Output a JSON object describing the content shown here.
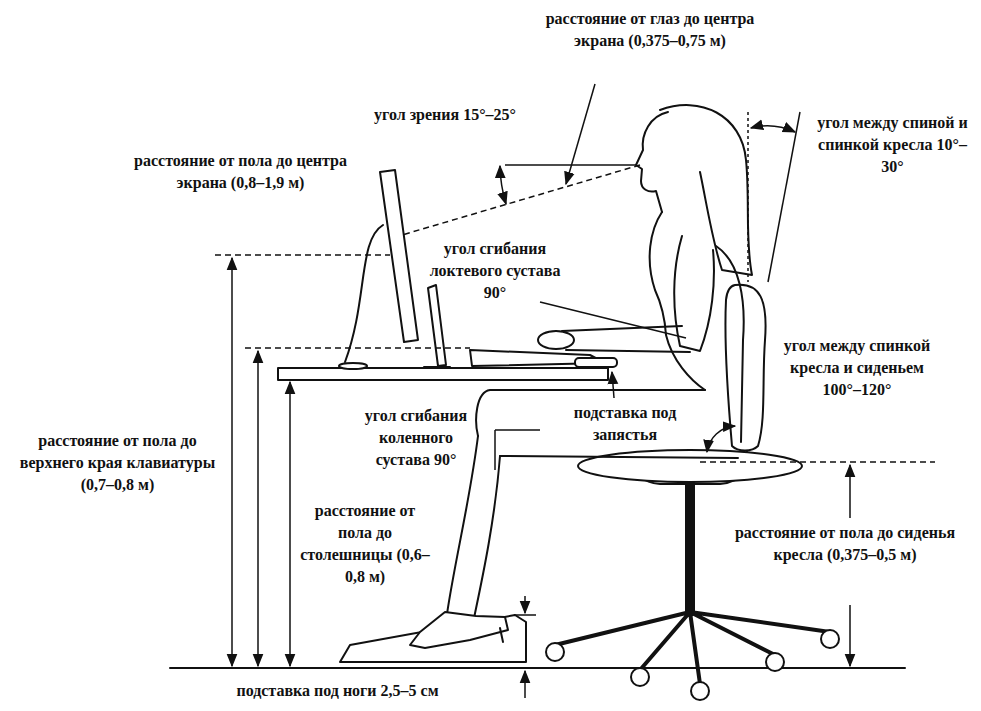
{
  "diagram": {
    "labels": [
      "расстояние от глаз до центра экрана (0,375–0,75 м)",
      "угол зрения 15°–25°",
      "угол между спиной и спинкой кресла 10°–30°",
      "расстояние от пола до центра экрана (0,8–1,9 м)",
      "угол сгибания локтевого сустава 90°",
      "угол между спинкой кресла и сиденьем 100°–120°",
      "подставка под запястья",
      "угол сгибания коленного сустава 90°",
      "расстояние от пола до верхнего края клавиатуры (0,7–0,8 м)",
      "расстояние от пола до столешницы (0,6–0,8 м)",
      "расстояние от пола до сиденья кресла (0,375–0,5 м)",
      "подставка под ноги 2,5–5 см"
    ]
  }
}
